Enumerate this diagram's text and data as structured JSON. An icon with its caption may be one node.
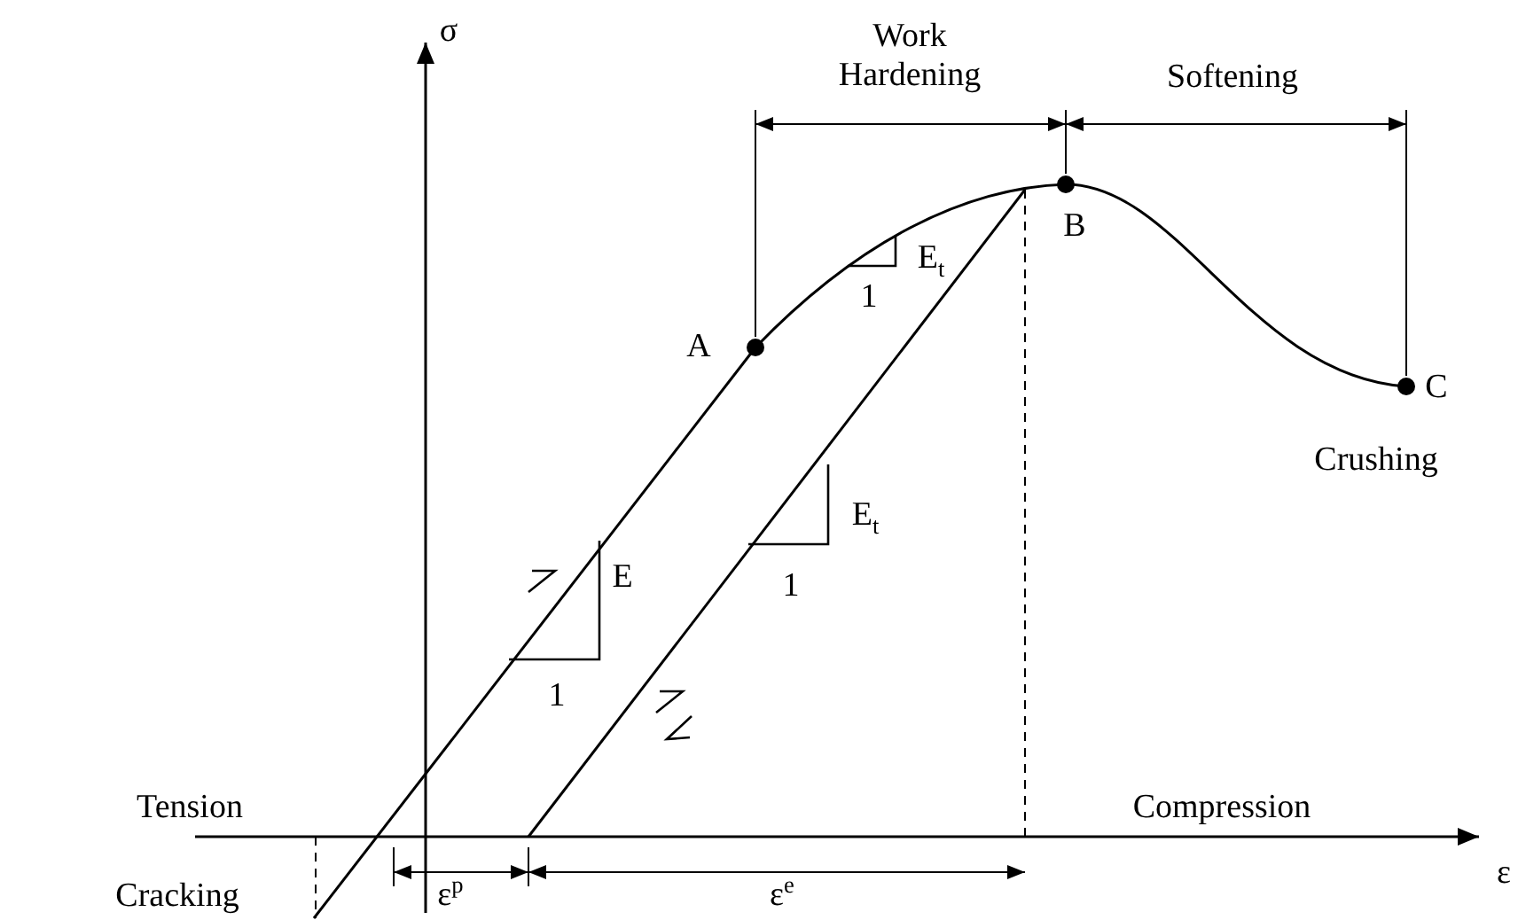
{
  "diagram": {
    "labels": [
      "σ",
      "Work Hardening",
      "Softening",
      "B",
      "E$_{t}$",
      "1",
      "A",
      "C",
      "E$_{t}$",
      "1",
      "E",
      "1",
      "Crushing",
      "Tension",
      "Compression",
      "ε",
      "Cracking",
      "ε$^{p}$",
      "ε$^{e}$"
    ]
  }
}
